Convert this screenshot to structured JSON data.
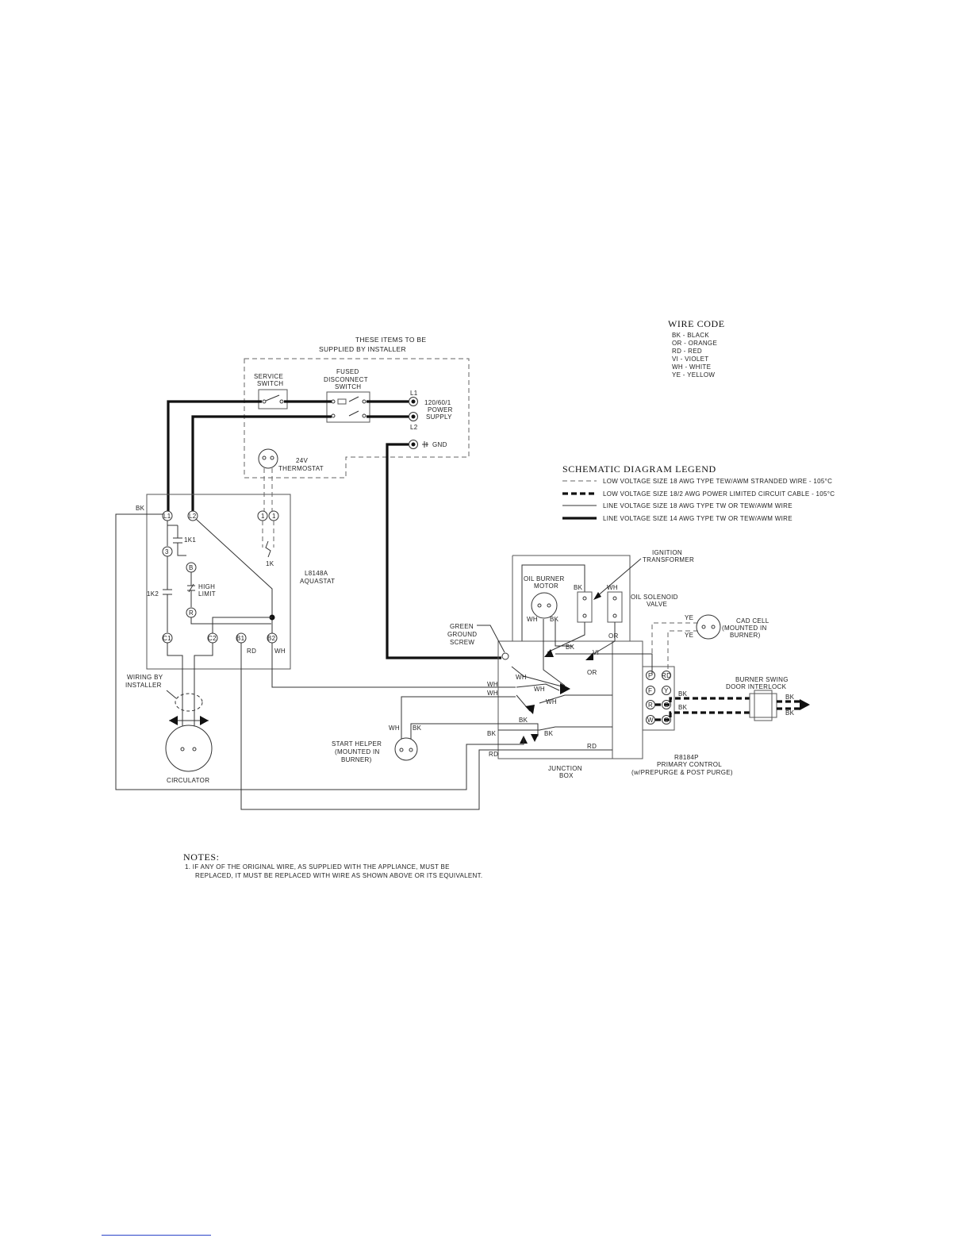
{
  "installer_box": {
    "line1": "THESE ITEMS TO BE",
    "line2": "SUPPLIED BY INSTALLER"
  },
  "service_switch": {
    "line1": "SERVICE",
    "line2": "SWITCH"
  },
  "fused_switch": {
    "line1": "FUSED",
    "line2": "DISCONNECT",
    "line3": "SWITCH"
  },
  "power": {
    "l1": "L1",
    "l2": "L2",
    "line1": "120/60/1",
    "line2": "POWER",
    "line3": "SUPPLY",
    "gnd": "GND"
  },
  "thermostat": {
    "line1": "24V",
    "line2": "THERMOSTAT"
  },
  "wire_code": {
    "title": "WIRE CODE",
    "entries": [
      "BK - BLACK",
      "OR - ORANGE",
      "RD - RED",
      "VI - VIOLET",
      "WH - WHITE",
      "YE - YELLOW"
    ]
  },
  "legend": {
    "title": "SCHEMATIC DIAGRAM LEGEND",
    "items": [
      "LOW VOLTAGE SIZE 18 AWG TYPE TEW/AWM STRANDED WIRE - 105°C",
      "LOW VOLTAGE SIZE 18/2 AWG POWER LIMITED CIRCUIT CABLE - 105°C",
      "LINE VOLTAGE SIZE 18 AWG TYPE TW OR TEW/AWM WIRE",
      "LINE VOLTAGE SIZE 14 AWG TYPE TW OR TEW/AWM WIRE"
    ]
  },
  "aquastat": {
    "line1": "L8148A",
    "line2": "AQUASTAT",
    "terminals": {
      "l1": "L1",
      "l2": "L2",
      "t1": "1",
      "t2": "1",
      "c1": "C1",
      "c2": "C2",
      "b1": "B1",
      "b2": "B2",
      "t3": "3",
      "tb": "B",
      "tr": "R"
    },
    "k1": "1K1",
    "k2": "1K2",
    "k": "1K",
    "high_limit1": "HIGH",
    "high_limit2": "LIMIT",
    "bk": "BK",
    "rd": "RD",
    "wh": "WH"
  },
  "wiring_by_installer": {
    "line1": "WIRING BY",
    "line2": "INSTALLER"
  },
  "circulator": "CIRCULATOR",
  "green_ground": {
    "line1": "GREEN",
    "line2": "GROUND",
    "line3": "SCREW"
  },
  "oil_burner_motor": {
    "line1": "OIL BURNER",
    "line2": "MOTOR"
  },
  "ignition_transformer": {
    "line1": "IGNITION",
    "line2": "TRANSFORMER"
  },
  "oil_solenoid": {
    "line1": "OIL SOLENOID",
    "line2": "VALVE"
  },
  "cad_cell": {
    "line1": "CAD CELL",
    "line2": "(MOUNTED IN",
    "line3": "BURNER)"
  },
  "interlock": {
    "line1": "BURNER SWING",
    "line2": "DOOR INTERLOCK"
  },
  "start_helper": {
    "line1": "START HELPER",
    "line2": "(MOUNTED IN",
    "line3": "BURNER)"
  },
  "junction_box": {
    "line1": "JUNCTION",
    "line2": "BOX"
  },
  "primary_control": {
    "line1": "R8184P",
    "line2": "PRIMARY CONTROL",
    "line3": "(w/PREPURGE & POST PURGE)"
  },
  "primary_terminals": {
    "f1": "F",
    "f2": "F",
    "r": "R",
    "w": "W",
    "rd": "RD",
    "y": "Y",
    "g": "G",
    "c": "C"
  },
  "wire_labels": {
    "wh": "WH",
    "bk": "BK",
    "rd": "RD",
    "or": "OR",
    "vi": "VI",
    "ye": "YE"
  },
  "notes": {
    "title": "NOTES:",
    "line1": "1. IF ANY OF THE ORIGINAL WIRE, AS SUPPLIED WITH THE APPLIANCE, MUST BE",
    "line2": "REPLACED, IT MUST BE REPLACED WITH WIRE AS SHOWN ABOVE OR ITS EQUIVALENT."
  }
}
